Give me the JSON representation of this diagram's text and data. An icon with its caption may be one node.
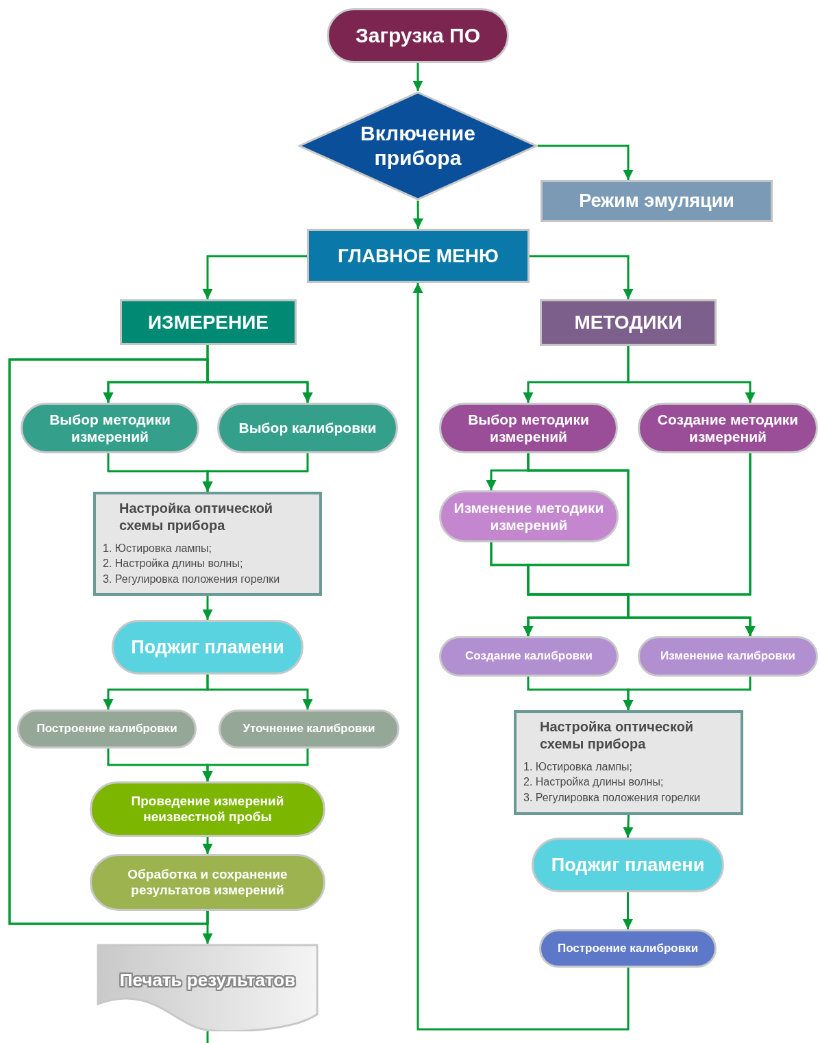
{
  "diagram": {
    "nodes": [
      {
        "text": [
          "Загрузка ПО"
        ]
      },
      {
        "text": [
          "Включение прибора"
        ]
      },
      {
        "text": [
          "Режим эмуляции"
        ]
      },
      {
        "text": [
          "ГЛАВНОЕ МЕНЮ"
        ]
      },
      {
        "text": [
          "ИЗМЕРЕНИЕ"
        ]
      },
      {
        "text": [
          "МЕТОДИКИ"
        ]
      },
      {
        "text": [
          "Выбор методики измерений"
        ]
      },
      {
        "text": [
          "Выбор калибровки"
        ]
      },
      {
        "text": [
          "Выбор методики измерений"
        ]
      },
      {
        "text": [
          "Создание методики измерений"
        ]
      },
      {
        "text": [
          "Настройка оптической схемы прибора",
          "1. Юстировка лампы;",
          "2. Настройка длины волны;",
          "3. Регулировка положения горелки"
        ]
      },
      {
        "text": [
          "Изменение методики измерений"
        ]
      },
      {
        "text": [
          "Поджиг пламени"
        ]
      },
      {
        "text": [
          "Создание калибровки"
        ]
      },
      {
        "text": [
          "Изменение калибровки"
        ]
      },
      {
        "text": [
          "Построение калибровки"
        ]
      },
      {
        "text": [
          "Уточнение калибровки"
        ]
      },
      {
        "text": [
          "Настройка оптической схемы прибора",
          "1. Юстировка лампы;",
          "2. Настройка длины волны;",
          "3. Регулировка положения горелки"
        ]
      },
      {
        "text": [
          "Проведение измерений неизвестной пробы"
        ]
      },
      {
        "text": [
          "Поджиг пламени"
        ]
      },
      {
        "text": [
          "Обработка и сохранение результатов измерений"
        ]
      },
      {
        "text": [
          "Построение калибровки"
        ]
      },
      {
        "text": [
          "Печать результатов"
        ]
      }
    ],
    "edges": [
      {
        "from": 0,
        "to": 1,
        "arrow": "to"
      },
      {
        "from": 1,
        "to": 2,
        "arrow": "to"
      },
      {
        "from": 1,
        "to": 3,
        "arrow": "to"
      },
      {
        "from": 3,
        "to": 4,
        "arrow": "to"
      },
      {
        "from": 3,
        "to": 5,
        "arrow": "to"
      },
      {
        "from": 4,
        "to": 6,
        "arrow": "to"
      },
      {
        "from": 4,
        "to": 7,
        "arrow": "to"
      },
      {
        "from": 6,
        "to": 10,
        "arrow": "to"
      },
      {
        "from": 7,
        "to": 10,
        "arrow": "to"
      },
      {
        "from": 10,
        "to": 12,
        "arrow": "to"
      },
      {
        "from": 12,
        "to": 15,
        "arrow": "to"
      },
      {
        "from": 12,
        "to": 16,
        "arrow": "to"
      },
      {
        "from": 15,
        "to": 18,
        "arrow": "to"
      },
      {
        "from": 16,
        "to": 18,
        "arrow": "to"
      },
      {
        "from": 18,
        "to": 20,
        "arrow": "to"
      },
      {
        "from": 20,
        "to": 22,
        "arrow": "to"
      },
      {
        "from": 20,
        "to": 6,
        "arrow": "to"
      },
      {
        "from": 20,
        "to": 7,
        "arrow": "to"
      },
      {
        "from": 22,
        "to": null,
        "arrow": "none"
      },
      {
        "from": 5,
        "to": 8,
        "arrow": "to"
      },
      {
        "from": 5,
        "to": 9,
        "arrow": "to"
      },
      {
        "from": 8,
        "to": 11,
        "arrow": "to"
      },
      {
        "from": 8,
        "to": 13,
        "arrow": "to"
      },
      {
        "from": 8,
        "to": 14,
        "arrow": "to"
      },
      {
        "from": 11,
        "to": 13,
        "arrow": "to"
      },
      {
        "from": 11,
        "to": 14,
        "arrow": "to"
      },
      {
        "from": 9,
        "to": 13,
        "arrow": "to"
      },
      {
        "from": 9,
        "to": 14,
        "arrow": "to"
      },
      {
        "from": 13,
        "to": 17,
        "arrow": "to"
      },
      {
        "from": 14,
        "to": 17,
        "arrow": "to"
      },
      {
        "from": 17,
        "to": 19,
        "arrow": "to"
      },
      {
        "from": 19,
        "to": 21,
        "arrow": "to"
      },
      {
        "from": 21,
        "to": 3,
        "arrow": "to"
      }
    ]
  }
}
